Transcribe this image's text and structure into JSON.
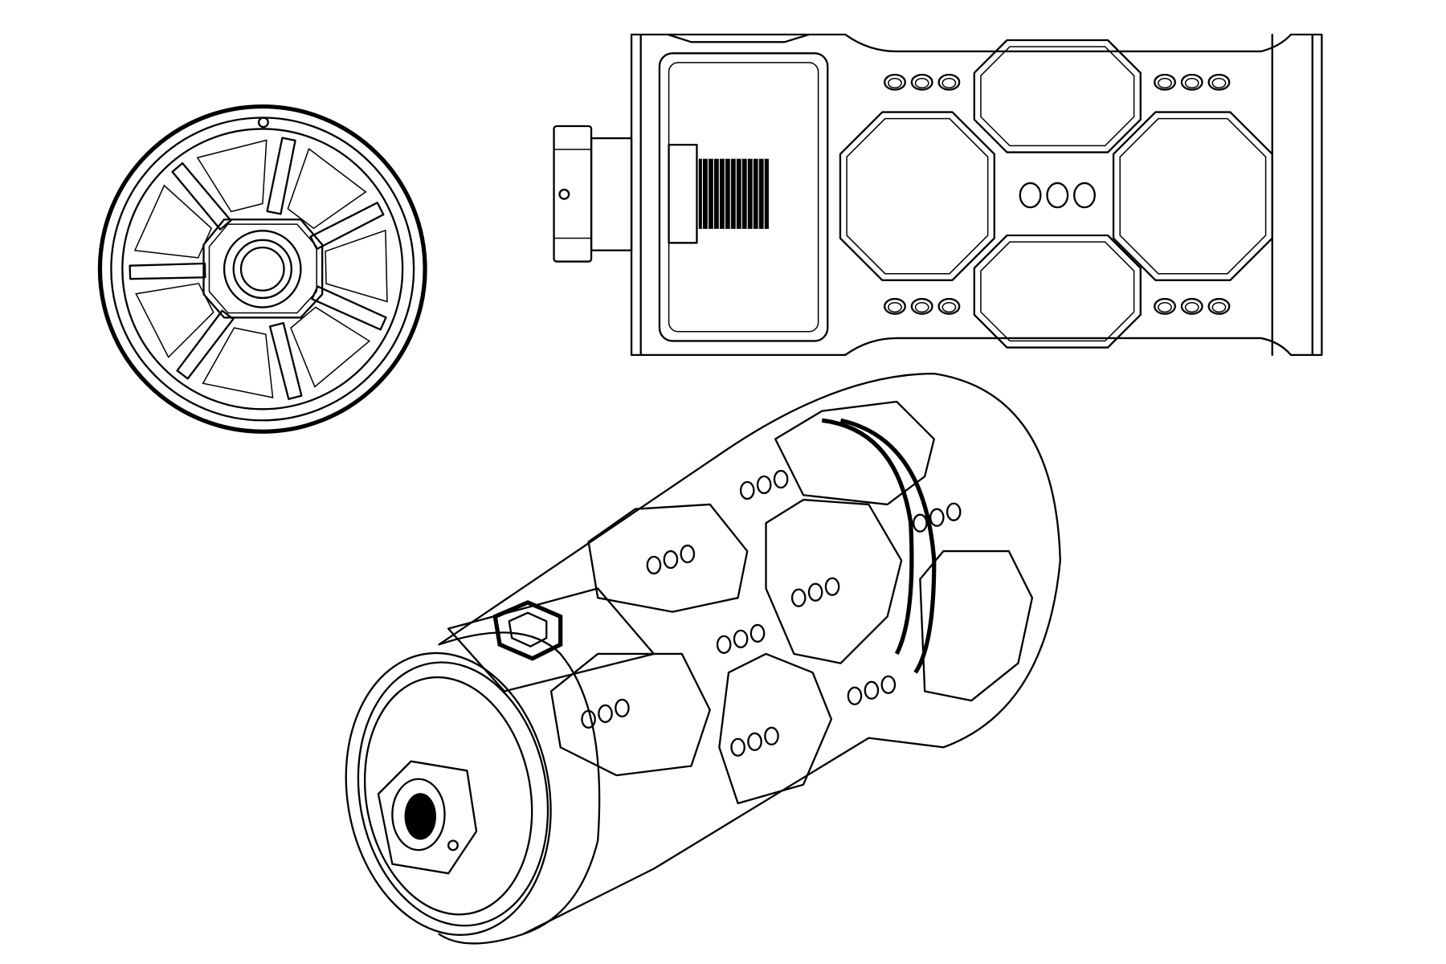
{
  "drawing": {
    "views": [
      "end-view",
      "side-view",
      "isometric-view"
    ],
    "spoke_count": 7
  },
  "colors": {
    "stroke": "#000000",
    "background": "#ffffff"
  }
}
